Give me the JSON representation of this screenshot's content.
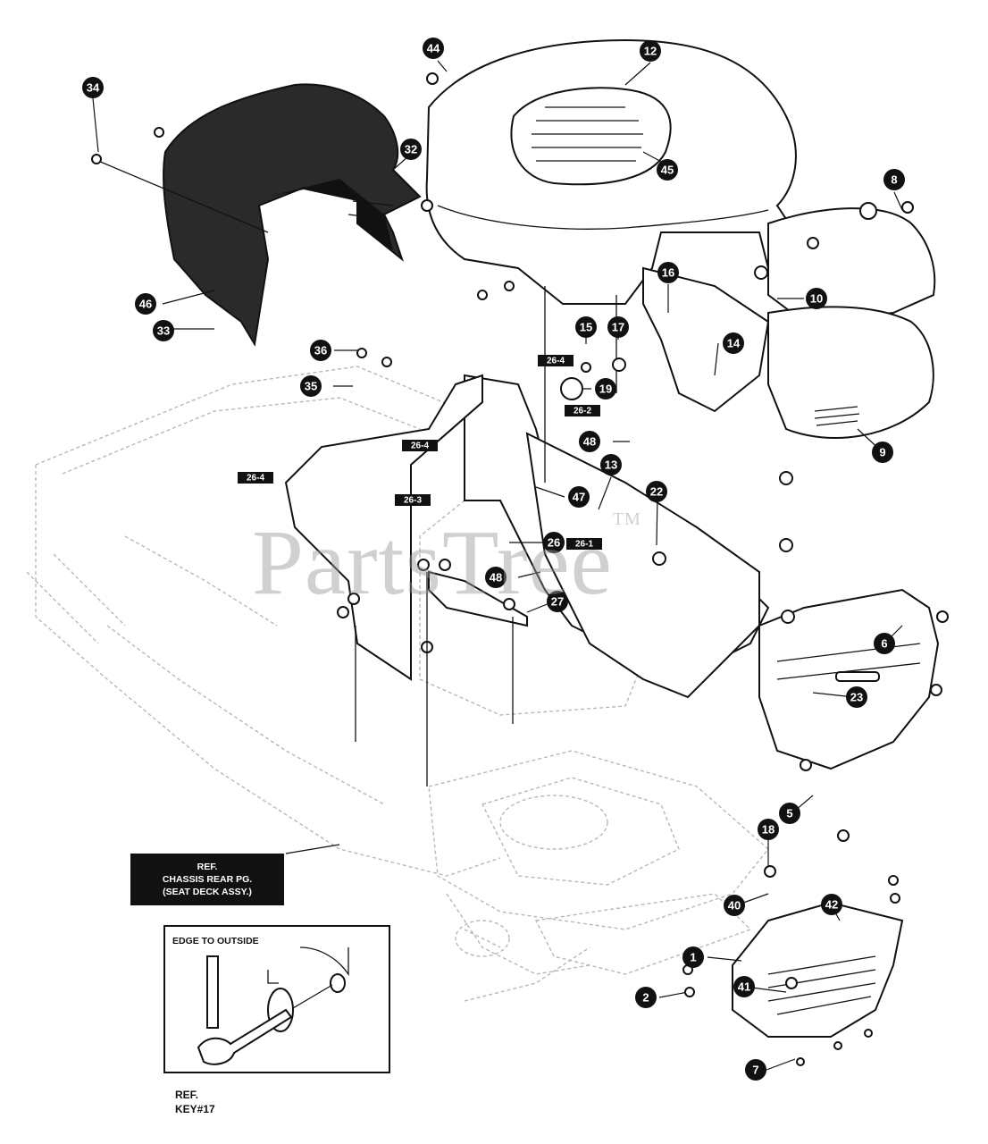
{
  "watermark": {
    "text": "PartsTree",
    "tm": "TM"
  },
  "callouts": [
    "34",
    "44",
    "12",
    "32",
    "45",
    "8",
    "46",
    "33",
    "16",
    "10",
    "36",
    "17",
    "15",
    "14",
    "35",
    "19",
    "48",
    "9",
    "13",
    "47",
    "22",
    "26",
    "48",
    "27",
    "6",
    "23",
    "5",
    "18",
    "40",
    "42",
    "1",
    "2",
    "41",
    "7"
  ],
  "sub_tags": [
    "26-4",
    "26-2",
    "26-4",
    "26-4",
    "26-3",
    "26-1"
  ],
  "chassis_ref": {
    "line1": "REF.",
    "line2": "CHASSIS REAR PG.",
    "line3": "(SEAT DECK ASSY.)"
  },
  "inset": {
    "heading": "EDGE TO OUTSIDE",
    "ref_line1": "REF.",
    "ref_line2": "KEY#17"
  }
}
